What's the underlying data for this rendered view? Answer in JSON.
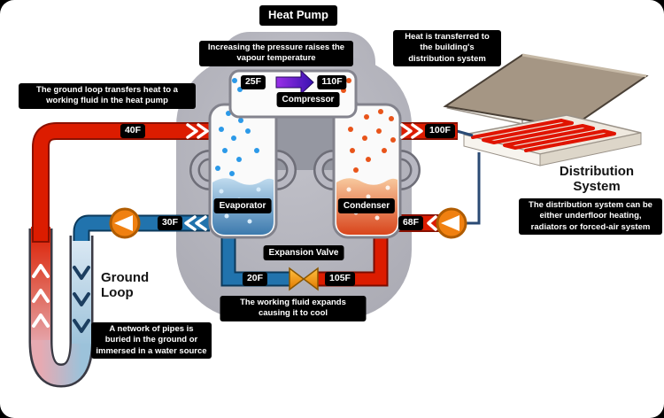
{
  "title": "Heat Pump",
  "components": {
    "compressor": "Compressor",
    "evaporator": "Evaporator",
    "condenser": "Condenser",
    "expansion_valve": "Expansion Valve"
  },
  "headings": {
    "ground_loop": "Ground Loop",
    "distribution_system": "Distribution System"
  },
  "temperatures": {
    "compressor_in": "25F",
    "compressor_out": "110F",
    "ground_supply": "40F",
    "ground_return": "30F",
    "distribution_supply": "100F",
    "distribution_return": "68F",
    "evaporator_in": "20F",
    "condenser_out": "105F"
  },
  "captions": {
    "compressor_note": "Increasing the pressure raises the vapour temperature",
    "ground_loop_note_top": "The ground loop transfers heat to a working fluid in the heat pump",
    "distribution_note_top": "Heat is transferred to the building's distribution system",
    "ground_loop_note_bottom": "A network of pipes is buried in the ground or immersed in a water source",
    "expansion_note": "The working fluid expands causing it to cool",
    "distribution_note_bottom": "The distribution system can be either underfloor heating, radiators or forced-air system"
  },
  "colors": {
    "hot_pipe": "#dc1c00",
    "cold_pipe": "#2173ad",
    "pump": "#f08010",
    "valve": "#f5a000",
    "unit_body": "#b3b3bb",
    "label_bg": "#000000",
    "label_text": "#ffffff"
  }
}
